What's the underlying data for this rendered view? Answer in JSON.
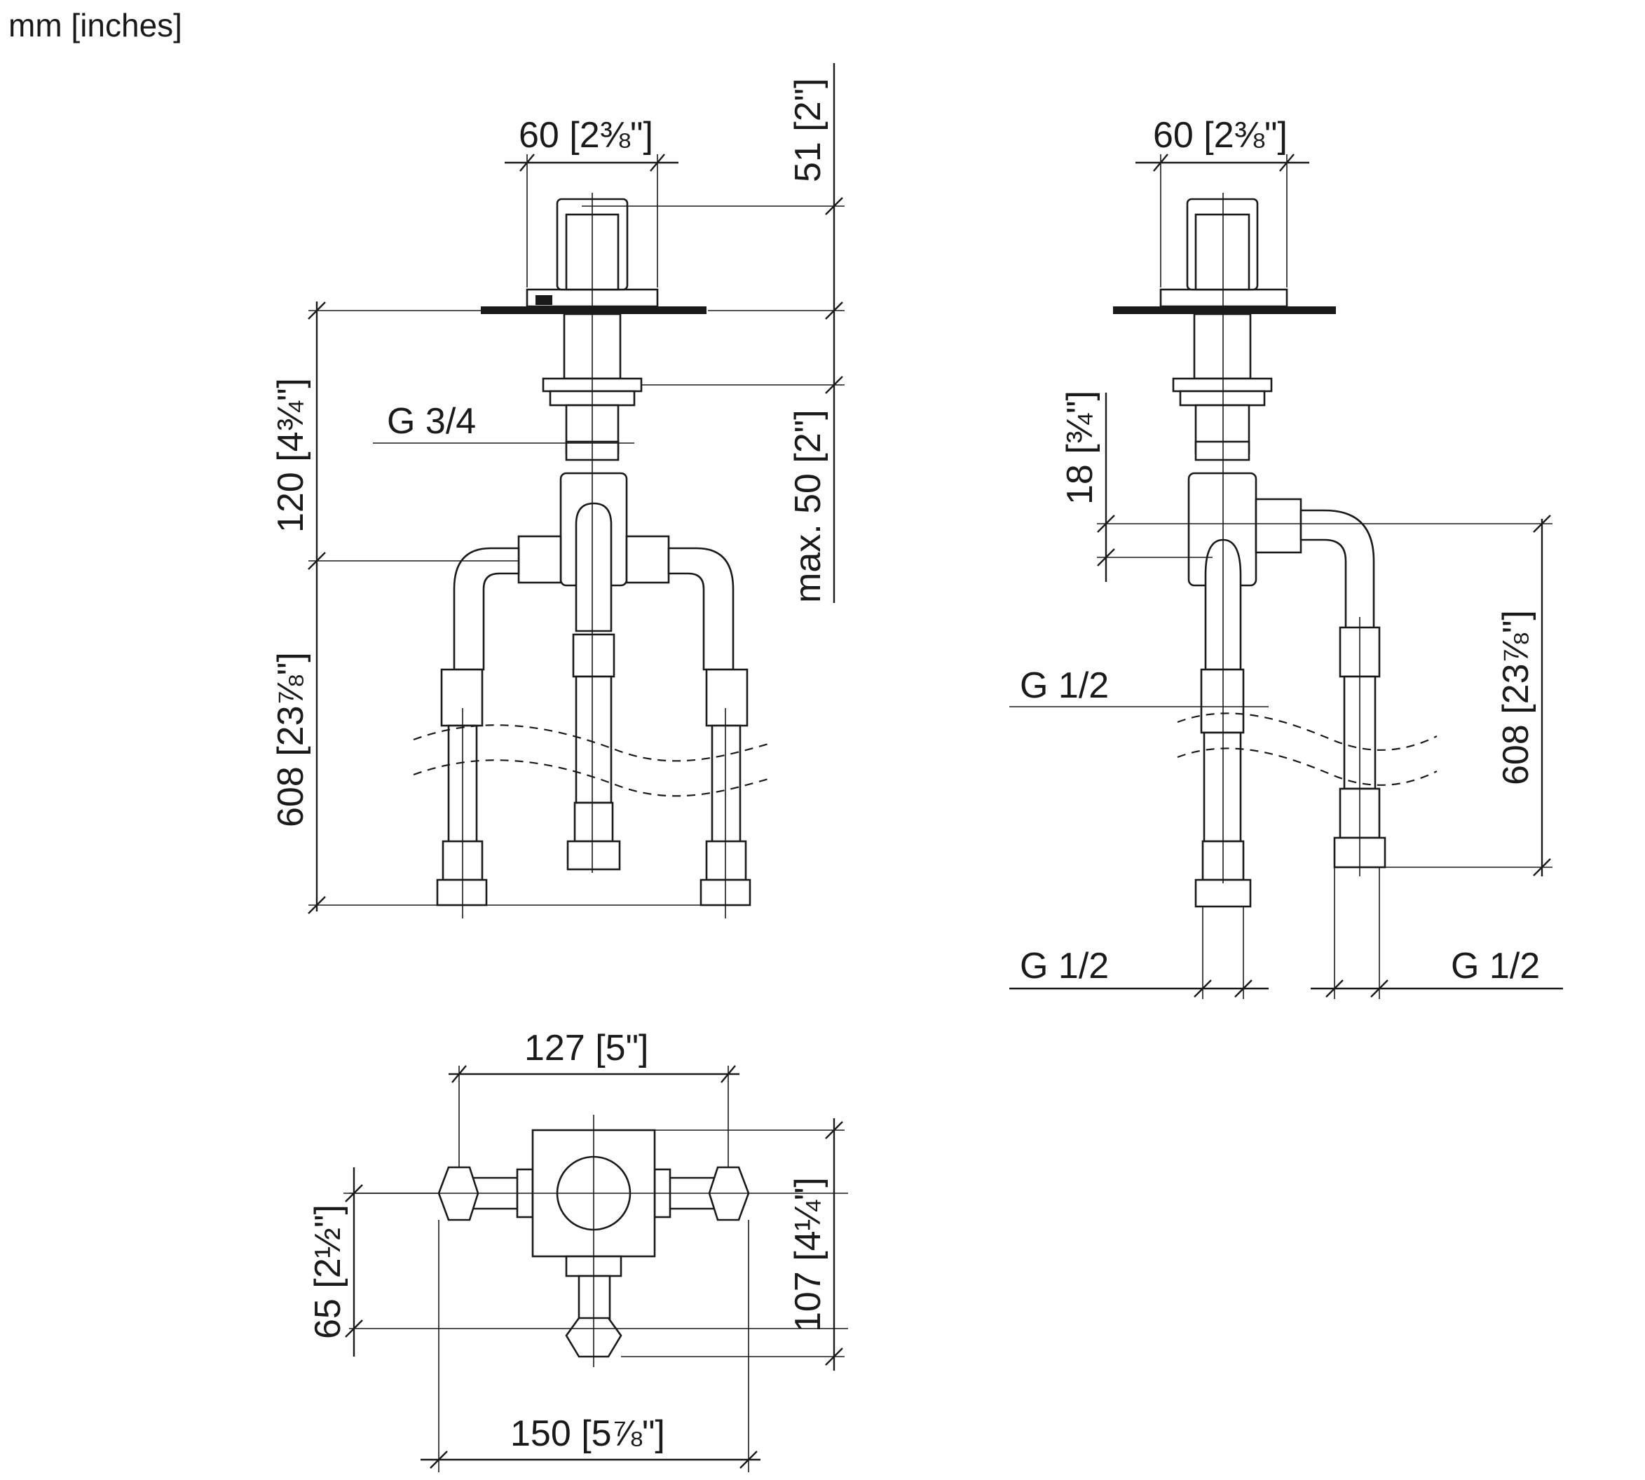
{
  "units_label": "mm [inches]",
  "front_view": {
    "width_top": "60 [2⅜\"]",
    "handle_height": "51 [2\"]",
    "body_height": "120 [4¾\"]",
    "thread_top": "G 3/4",
    "max_depth": "max. 50 [2\"]",
    "hose_length": "608 [23⅞\"]"
  },
  "side_view": {
    "width_top": "60 [2⅜\"]",
    "offset": "18 [¾\"]",
    "thread_mid": "G 1/2",
    "hose_length": "608 [23⅞\"]",
    "thread_bottom_left": "G 1/2",
    "thread_bottom_right": "G 1/2"
  },
  "top_view": {
    "center_distance": "127 [5\"]",
    "overall_width": "150 [5⅞\"]",
    "depth_total": "107 [4¼\"]",
    "depth_partial": "65 [2½\"]"
  }
}
